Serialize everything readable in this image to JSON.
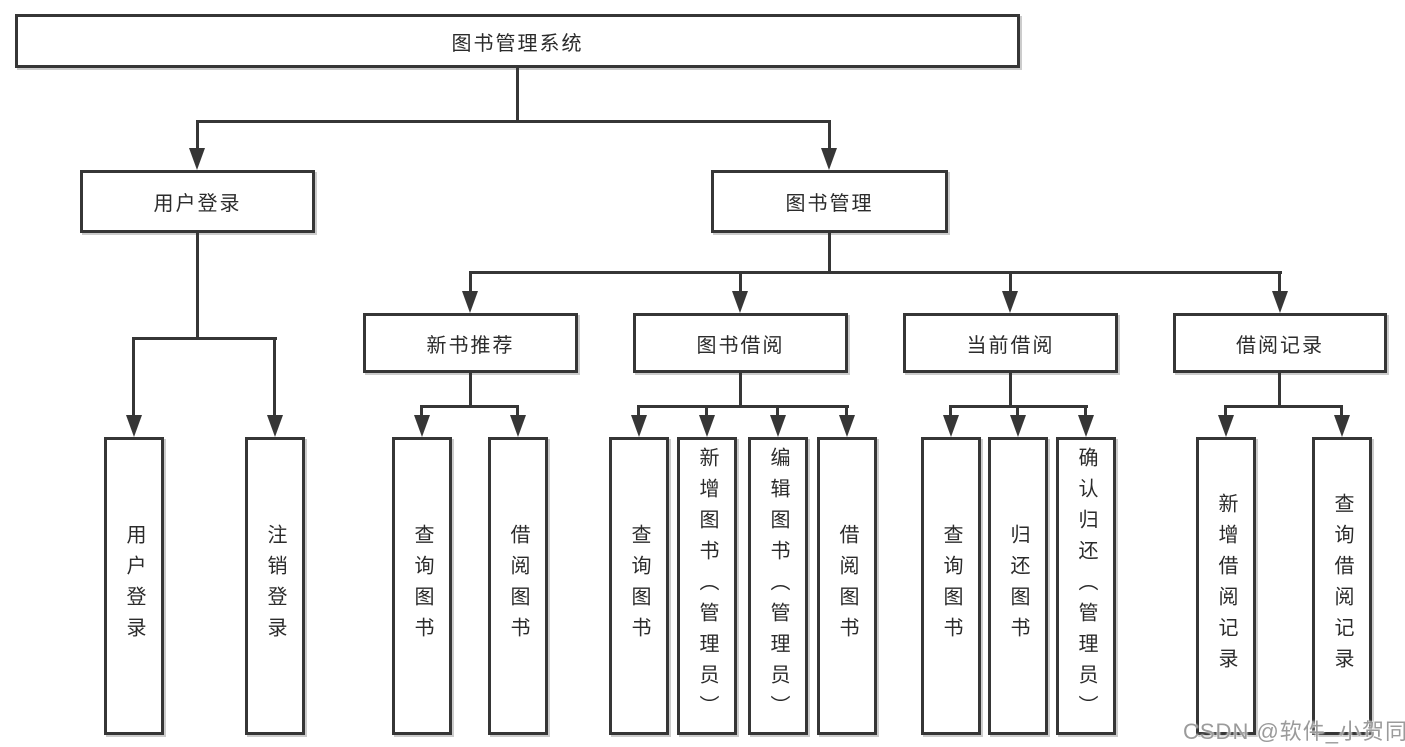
{
  "colors": {
    "line": "#363636",
    "box_border": "#363636",
    "box_fill": "#ffffff",
    "text": "#2b2b2b",
    "watermark": "#9b9b9b",
    "background": "#ffffff"
  },
  "watermark": {
    "text": "CSDN @软件_小贺同学"
  },
  "tree": {
    "label": "图书管理系统",
    "children": [
      {
        "label": "用户登录",
        "children": [
          {
            "label": "用户登录"
          },
          {
            "label": "注销登录"
          }
        ]
      },
      {
        "label": "图书管理",
        "children": [
          {
            "label": "新书推荐",
            "children": [
              {
                "label": "查询图书"
              },
              {
                "label": "借阅图书"
              }
            ]
          },
          {
            "label": "图书借阅",
            "children": [
              {
                "label": "查询图书"
              },
              {
                "label": "新增图书（管理员）"
              },
              {
                "label": "编辑图书（管理员）"
              },
              {
                "label": "借阅图书"
              }
            ]
          },
          {
            "label": "当前借阅",
            "children": [
              {
                "label": "查询图书"
              },
              {
                "label": "归还图书"
              },
              {
                "label": "确认归还（管理员）"
              }
            ]
          },
          {
            "label": "借阅记录",
            "children": [
              {
                "label": "新增借阅记录"
              },
              {
                "label": "查询借阅记录"
              }
            ]
          }
        ]
      }
    ]
  }
}
